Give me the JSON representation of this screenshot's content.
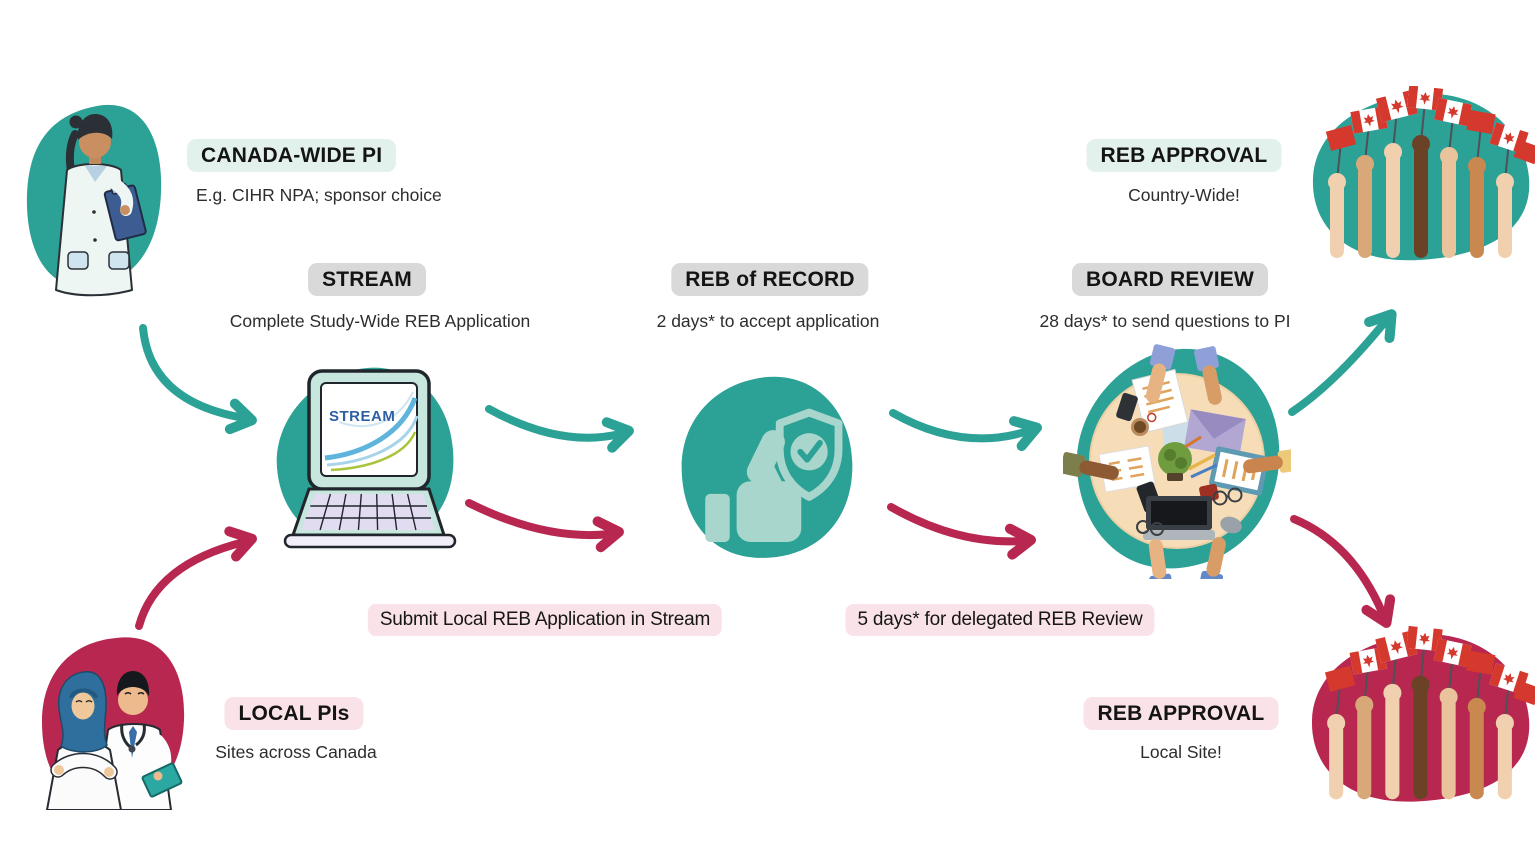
{
  "diagram": {
    "title_hint": "STREAM REB approval workflow",
    "nodes": {
      "canada_wide_pi": {
        "label": "CANADA-WIDE PI",
        "sublabel": "E.g. CIHR NPA; sponsor choice"
      },
      "stream": {
        "label": "STREAM",
        "sublabel": "Complete Study-Wide REB Application",
        "laptop_logo": "STREAM"
      },
      "reb_of_record": {
        "label": "REB of RECORD",
        "sublabel": "2 days* to accept application"
      },
      "board_review": {
        "label": "BOARD REVIEW",
        "sublabel": "28 days* to send questions to PI"
      },
      "reb_approval_country": {
        "label": "REB APPROVAL",
        "sublabel": "Country-Wide!"
      },
      "local_pis": {
        "label": "LOCAL PIs",
        "sublabel": "Sites across Canada"
      },
      "reb_approval_local": {
        "label": "REB APPROVAL",
        "sublabel": "Local Site!"
      }
    },
    "notes": {
      "submit_local": "Submit Local REB Application in Stream",
      "delegated_review": "5 days* for delegated REB Review"
    },
    "colors": {
      "teal": "#2ca195",
      "teal_light": "#a9d6cc",
      "crimson": "#b7274f",
      "flag_red": "#d5382c",
      "badge_mint": "#e3f1ed",
      "badge_gray": "#d9d9d9",
      "badge_pink": "#fae3e8"
    }
  }
}
